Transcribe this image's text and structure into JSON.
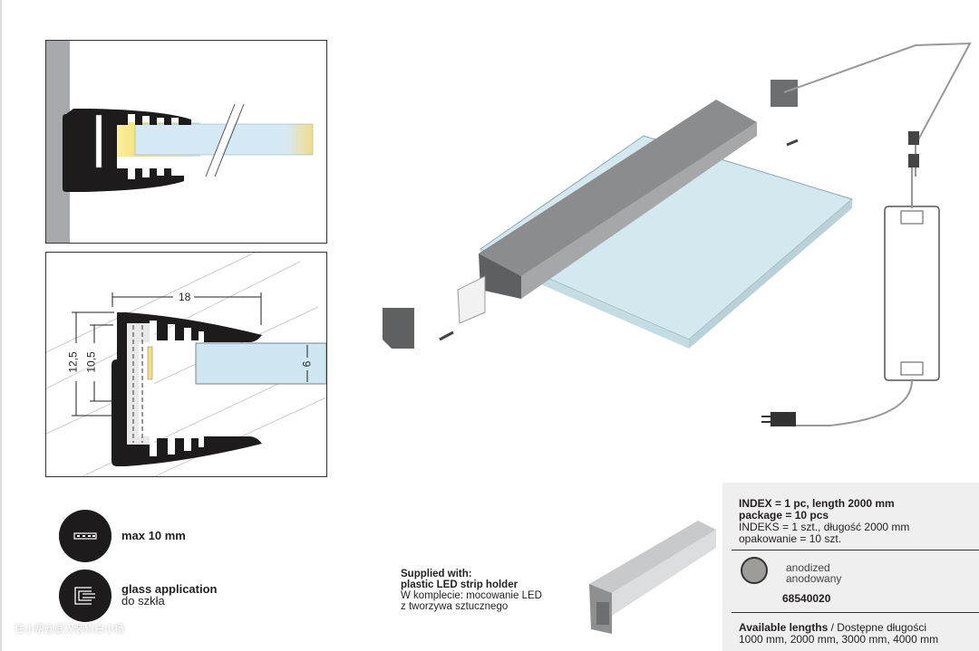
{
  "dimensions": {
    "width": "18",
    "height_outer": "12,5",
    "height_inner": "10,5",
    "glass": "6"
  },
  "features": [
    {
      "icon": "led-strip-icon",
      "label": "max 10 mm"
    },
    {
      "icon": "glass-application-icon",
      "label": "glass application",
      "sublabel": "do szkła"
    }
  ],
  "supplied": {
    "line1": "Supplied with:",
    "line2": "plastic LED strip holder",
    "line3": "W komplecie: mocowanie LED",
    "line4": "z tworzywa sztucznego"
  },
  "info": {
    "index_en": "INDEX = 1 pc, length 2000 mm",
    "package_en": "package = 10 pcs",
    "index_pl": "INDEKS = 1 szt., długość 2000 mm",
    "package_pl": "opakowanie = 10 szt.",
    "finish_en": "anodized",
    "finish_pl": "anodowany",
    "finish_color": "#9d9c98",
    "code": "68540020",
    "lengths_label_en": "Available lengths",
    "lengths_sep": " / ",
    "lengths_label_pl": "Dostępne długości",
    "lengths": "1000 mm, 2000 mm, 3000 mm, 4000 mm"
  },
  "watermark": "住小帮@武汉装修白小杨"
}
